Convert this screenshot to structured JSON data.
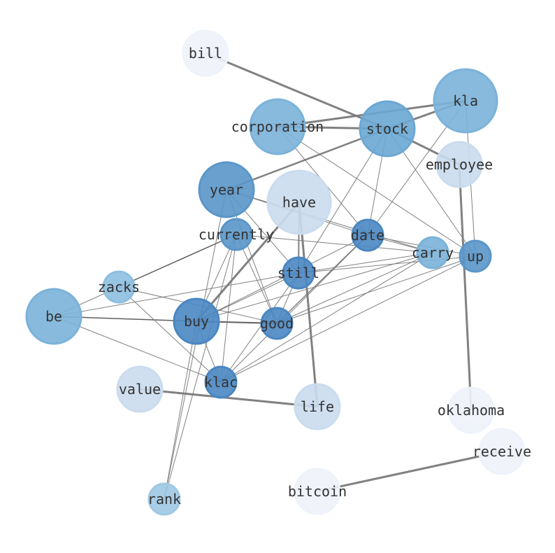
{
  "nodes": [
    {
      "id": "bill",
      "label": "bill",
      "color": "#eef3fa"
    },
    {
      "id": "kla",
      "label": "kla",
      "color": "#7bb2d9"
    },
    {
      "id": "corporation",
      "label": "corporation",
      "color": "#7bb2d9"
    },
    {
      "id": "stock",
      "label": "stock",
      "color": "#6aa7d3"
    },
    {
      "id": "employee",
      "label": "employee",
      "color": "#cadcee"
    },
    {
      "id": "year",
      "label": "year",
      "color": "#5a96c9"
    },
    {
      "id": "have",
      "label": "have",
      "color": "#cadcee"
    },
    {
      "id": "currently",
      "label": "currently",
      "color": "#5a96c9"
    },
    {
      "id": "date",
      "label": "date",
      "color": "#4a87c2"
    },
    {
      "id": "carry",
      "label": "carry",
      "color": "#7bb2d9"
    },
    {
      "id": "up",
      "label": "up",
      "color": "#5a96c9"
    },
    {
      "id": "still",
      "label": "still",
      "color": "#4a87c2"
    },
    {
      "id": "zacks",
      "label": "zacks",
      "color": "#8dbfe0"
    },
    {
      "id": "be",
      "label": "be",
      "color": "#7bb2d9"
    },
    {
      "id": "buy",
      "label": "buy",
      "color": "#4a87c2"
    },
    {
      "id": "good",
      "label": "good",
      "color": "#4a87c2"
    },
    {
      "id": "value",
      "label": "value",
      "color": "#cadcee"
    },
    {
      "id": "klac",
      "label": "klac",
      "color": "#4a87c2"
    },
    {
      "id": "life",
      "label": "life",
      "color": "#cadcee"
    },
    {
      "id": "oklahoma",
      "label": "oklahoma",
      "color": "#eef3fa"
    },
    {
      "id": "receive",
      "label": "receive",
      "color": "#eef3fa"
    },
    {
      "id": "bitcoin",
      "label": "bitcoin",
      "color": "#eef3fa"
    },
    {
      "id": "rank",
      "label": "rank",
      "color": "#9fc8e3"
    }
  ],
  "edges": [
    [
      "bill",
      "stock",
      3
    ],
    [
      "corporation",
      "stock",
      3
    ],
    [
      "corporation",
      "kla",
      3
    ],
    [
      "stock",
      "kla",
      3
    ],
    [
      "stock",
      "employee",
      3
    ],
    [
      "year",
      "stock",
      2.5
    ],
    [
      "employee",
      "oklahoma",
      3
    ],
    [
      "have",
      "life",
      3
    ],
    [
      "have",
      "buy",
      3
    ],
    [
      "value",
      "life",
      3
    ],
    [
      "bitcoin",
      "receive",
      3
    ],
    [
      "zacks",
      "currently",
      1.5
    ],
    [
      "be",
      "buy",
      1.5
    ],
    [
      "buy",
      "good",
      2
    ],
    [
      "corporation",
      "date",
      1
    ],
    [
      "corporation",
      "up",
      1
    ],
    [
      "stock",
      "date",
      1
    ],
    [
      "stock",
      "still",
      1
    ],
    [
      "stock",
      "up",
      1
    ],
    [
      "kla",
      "date",
      1
    ],
    [
      "kla",
      "up",
      1
    ],
    [
      "year",
      "date",
      1
    ],
    [
      "year",
      "carry",
      1
    ],
    [
      "year",
      "still",
      1
    ],
    [
      "year",
      "good",
      1
    ],
    [
      "year",
      "rank",
      1
    ],
    [
      "currently",
      "buy",
      1
    ],
    [
      "currently",
      "good",
      1
    ],
    [
      "currently",
      "klac",
      1
    ],
    [
      "currently",
      "rank",
      1
    ],
    [
      "currently",
      "carry",
      1
    ],
    [
      "date",
      "good",
      1.5
    ],
    [
      "date",
      "klac",
      1
    ],
    [
      "date",
      "buy",
      1
    ],
    [
      "still",
      "buy",
      1
    ],
    [
      "still",
      "klac",
      1
    ],
    [
      "still",
      "good",
      1
    ],
    [
      "still",
      "carry",
      1
    ],
    [
      "still",
      "up",
      1
    ],
    [
      "still",
      "be",
      1
    ],
    [
      "carry",
      "buy",
      1
    ],
    [
      "carry",
      "good",
      1
    ],
    [
      "carry",
      "klac",
      1
    ],
    [
      "up",
      "good",
      1
    ],
    [
      "up",
      "klac",
      1
    ],
    [
      "zacks",
      "be",
      1
    ],
    [
      "zacks",
      "good",
      1
    ],
    [
      "zacks",
      "klac",
      1
    ],
    [
      "be",
      "klac",
      1
    ],
    [
      "buy",
      "klac",
      1
    ],
    [
      "buy",
      "rank",
      1
    ],
    [
      "date",
      "up",
      1
    ],
    [
      "date",
      "carry",
      1
    ],
    [
      "have",
      "still",
      2
    ]
  ]
}
